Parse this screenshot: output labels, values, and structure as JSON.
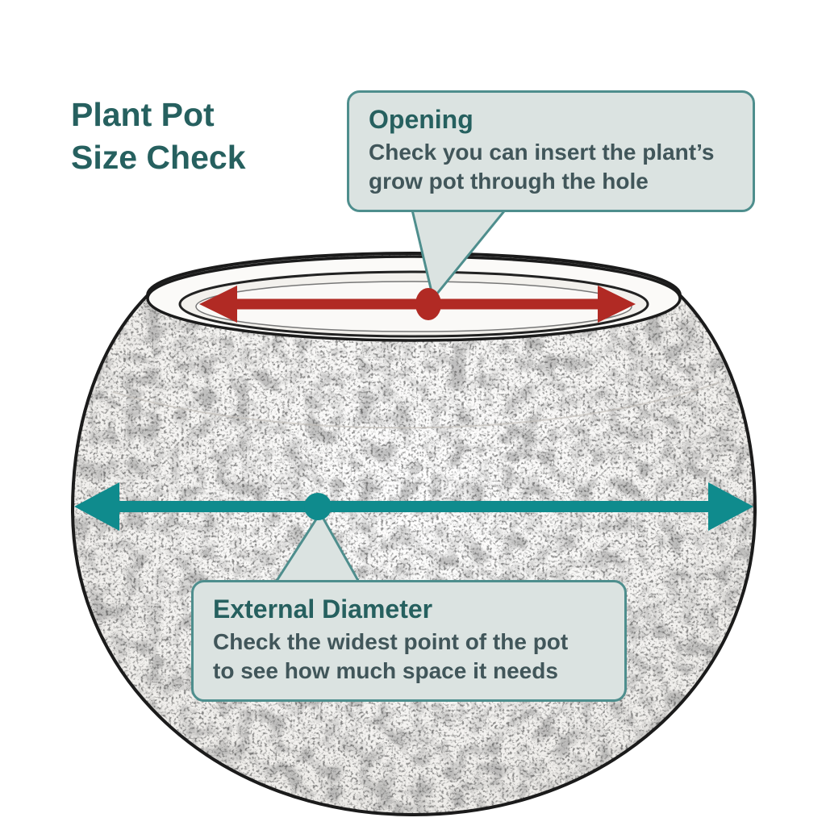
{
  "title": "Plant Pot\nSize Check",
  "callouts": {
    "opening": {
      "heading": "Opening",
      "body": "Check you can insert the plant’s\ngrow pot through the hole"
    },
    "external": {
      "heading": "External Diameter",
      "body": "Check the widest point of the pot\nto see how much space it needs"
    }
  },
  "annotations": {
    "opening_arrow": "opening-width-double-arrow",
    "external_arrow": "external-diameter-double-arrow",
    "opening_marker": "opening-center-dot",
    "external_marker": "external-center-dot"
  },
  "colors": {
    "title_text": "#26605f",
    "callout_heading": "#26605f",
    "callout_body": "#41565a",
    "callout_fill": "#dbe3e1",
    "callout_border": "#4e8e8d",
    "arrow_red": "#b12a24",
    "arrow_teal": "#0f8b8d",
    "sketch_outline": "#1b1b1b"
  }
}
